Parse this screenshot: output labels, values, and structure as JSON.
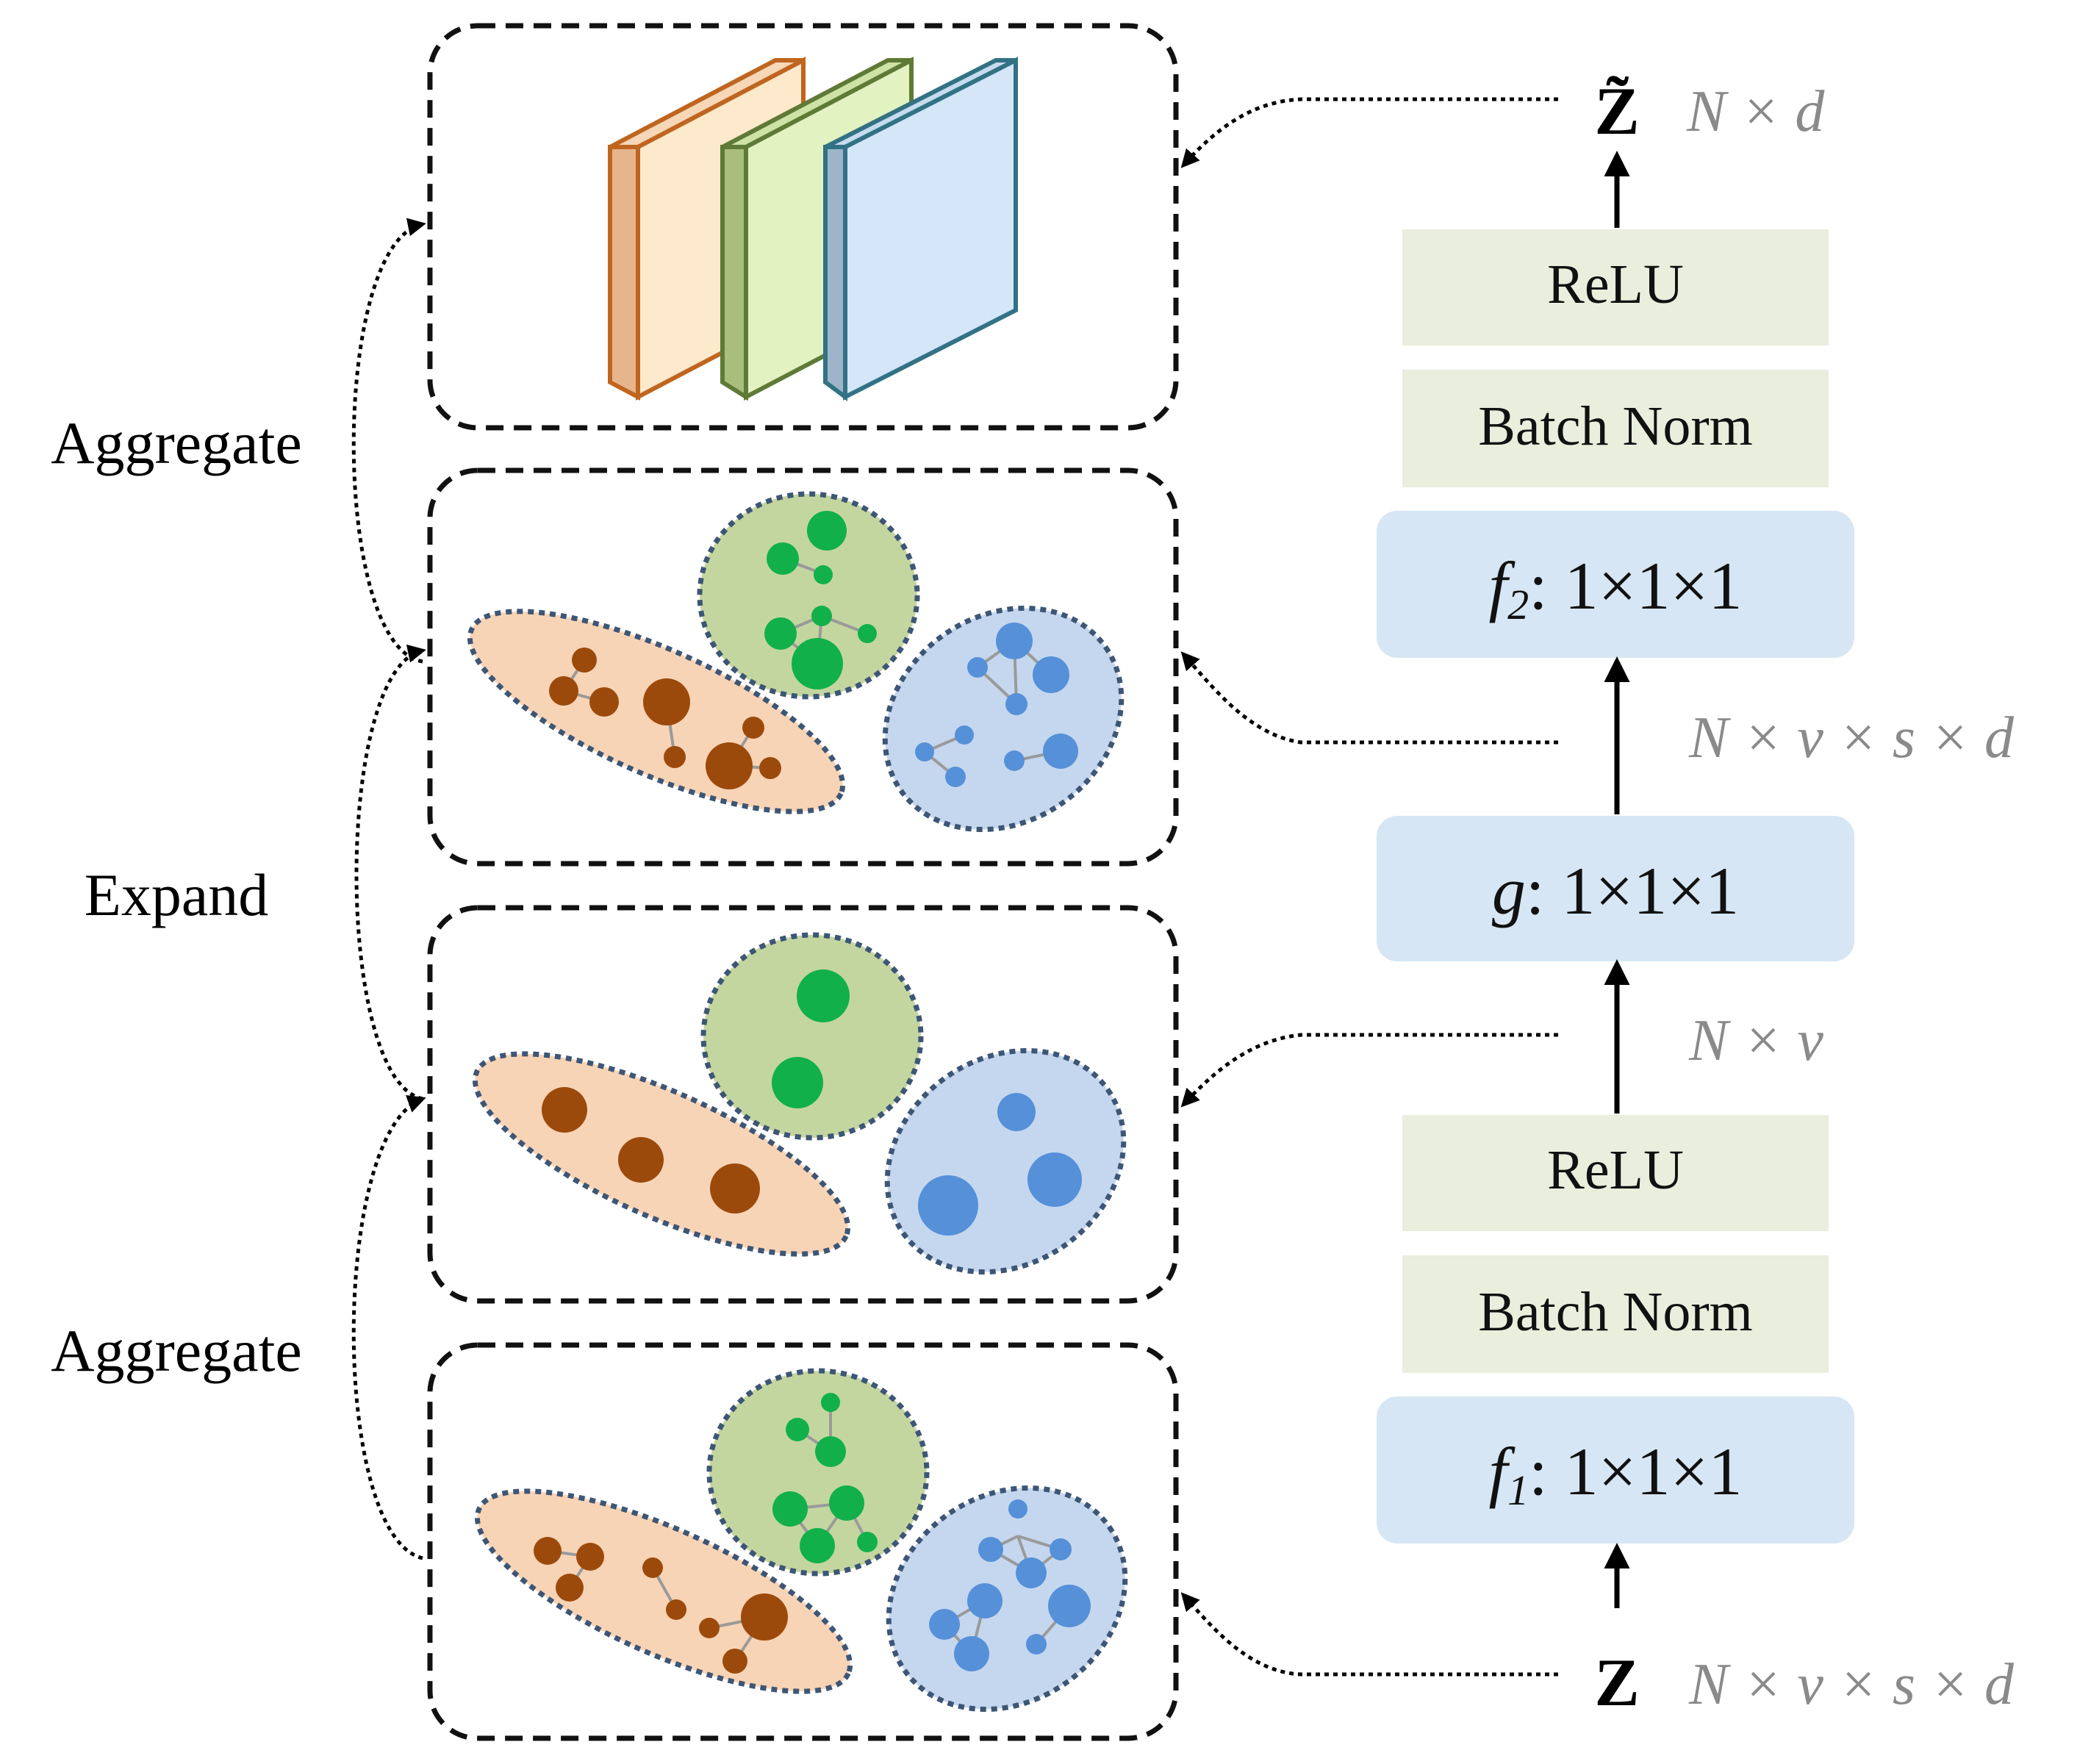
{
  "side_labels": {
    "aggregate_top": "Aggregate",
    "expand": "Expand",
    "aggregate_bottom": "Aggregate"
  },
  "pipeline": {
    "output_symbol": "Z̃",
    "input_symbol": "Z",
    "relu_top": "ReLU",
    "batchnorm_top": "Batch Norm",
    "f2_name": "f",
    "f2_sub": "2",
    "f2_rest": ": 1×1×1",
    "g_name": "g",
    "g_rest": ": 1×1×1",
    "relu_bottom": "ReLU",
    "batchnorm_bottom": "Batch Norm",
    "f1_name": "f",
    "f1_sub": "1",
    "f1_rest": ": 1×1×1"
  },
  "dimensions": {
    "output": "N × d",
    "after_g": "N × v × s × d",
    "after_f1": "N × v",
    "input": "N × v × s × d"
  },
  "colors": {
    "block_green": "#e9eedd",
    "block_blue": "#d6e6f4",
    "orange_region": "#f8d4b6",
    "green_region": "#c4d6a0",
    "blue_region": "#c5d7ee",
    "brown_node": "#9c4a0b",
    "green_node": "#11b04b",
    "blue_node": "#5590d9",
    "dotted_border": "#3e5675"
  }
}
